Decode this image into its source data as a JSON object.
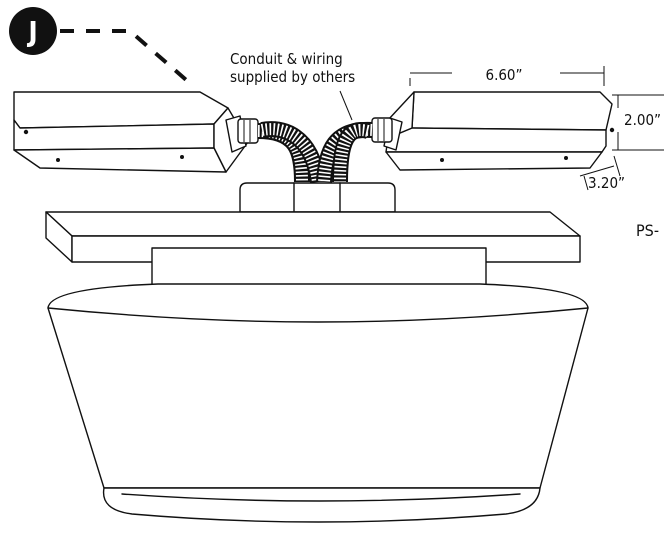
{
  "callout": {
    "badge_letter": "J",
    "note_line1": "Conduit & wiring",
    "note_line2": "supplied by others"
  },
  "dimensions": {
    "width": "6.60”",
    "height": "2.00”",
    "depth": "3.20”"
  },
  "side_label": "PS-"
}
